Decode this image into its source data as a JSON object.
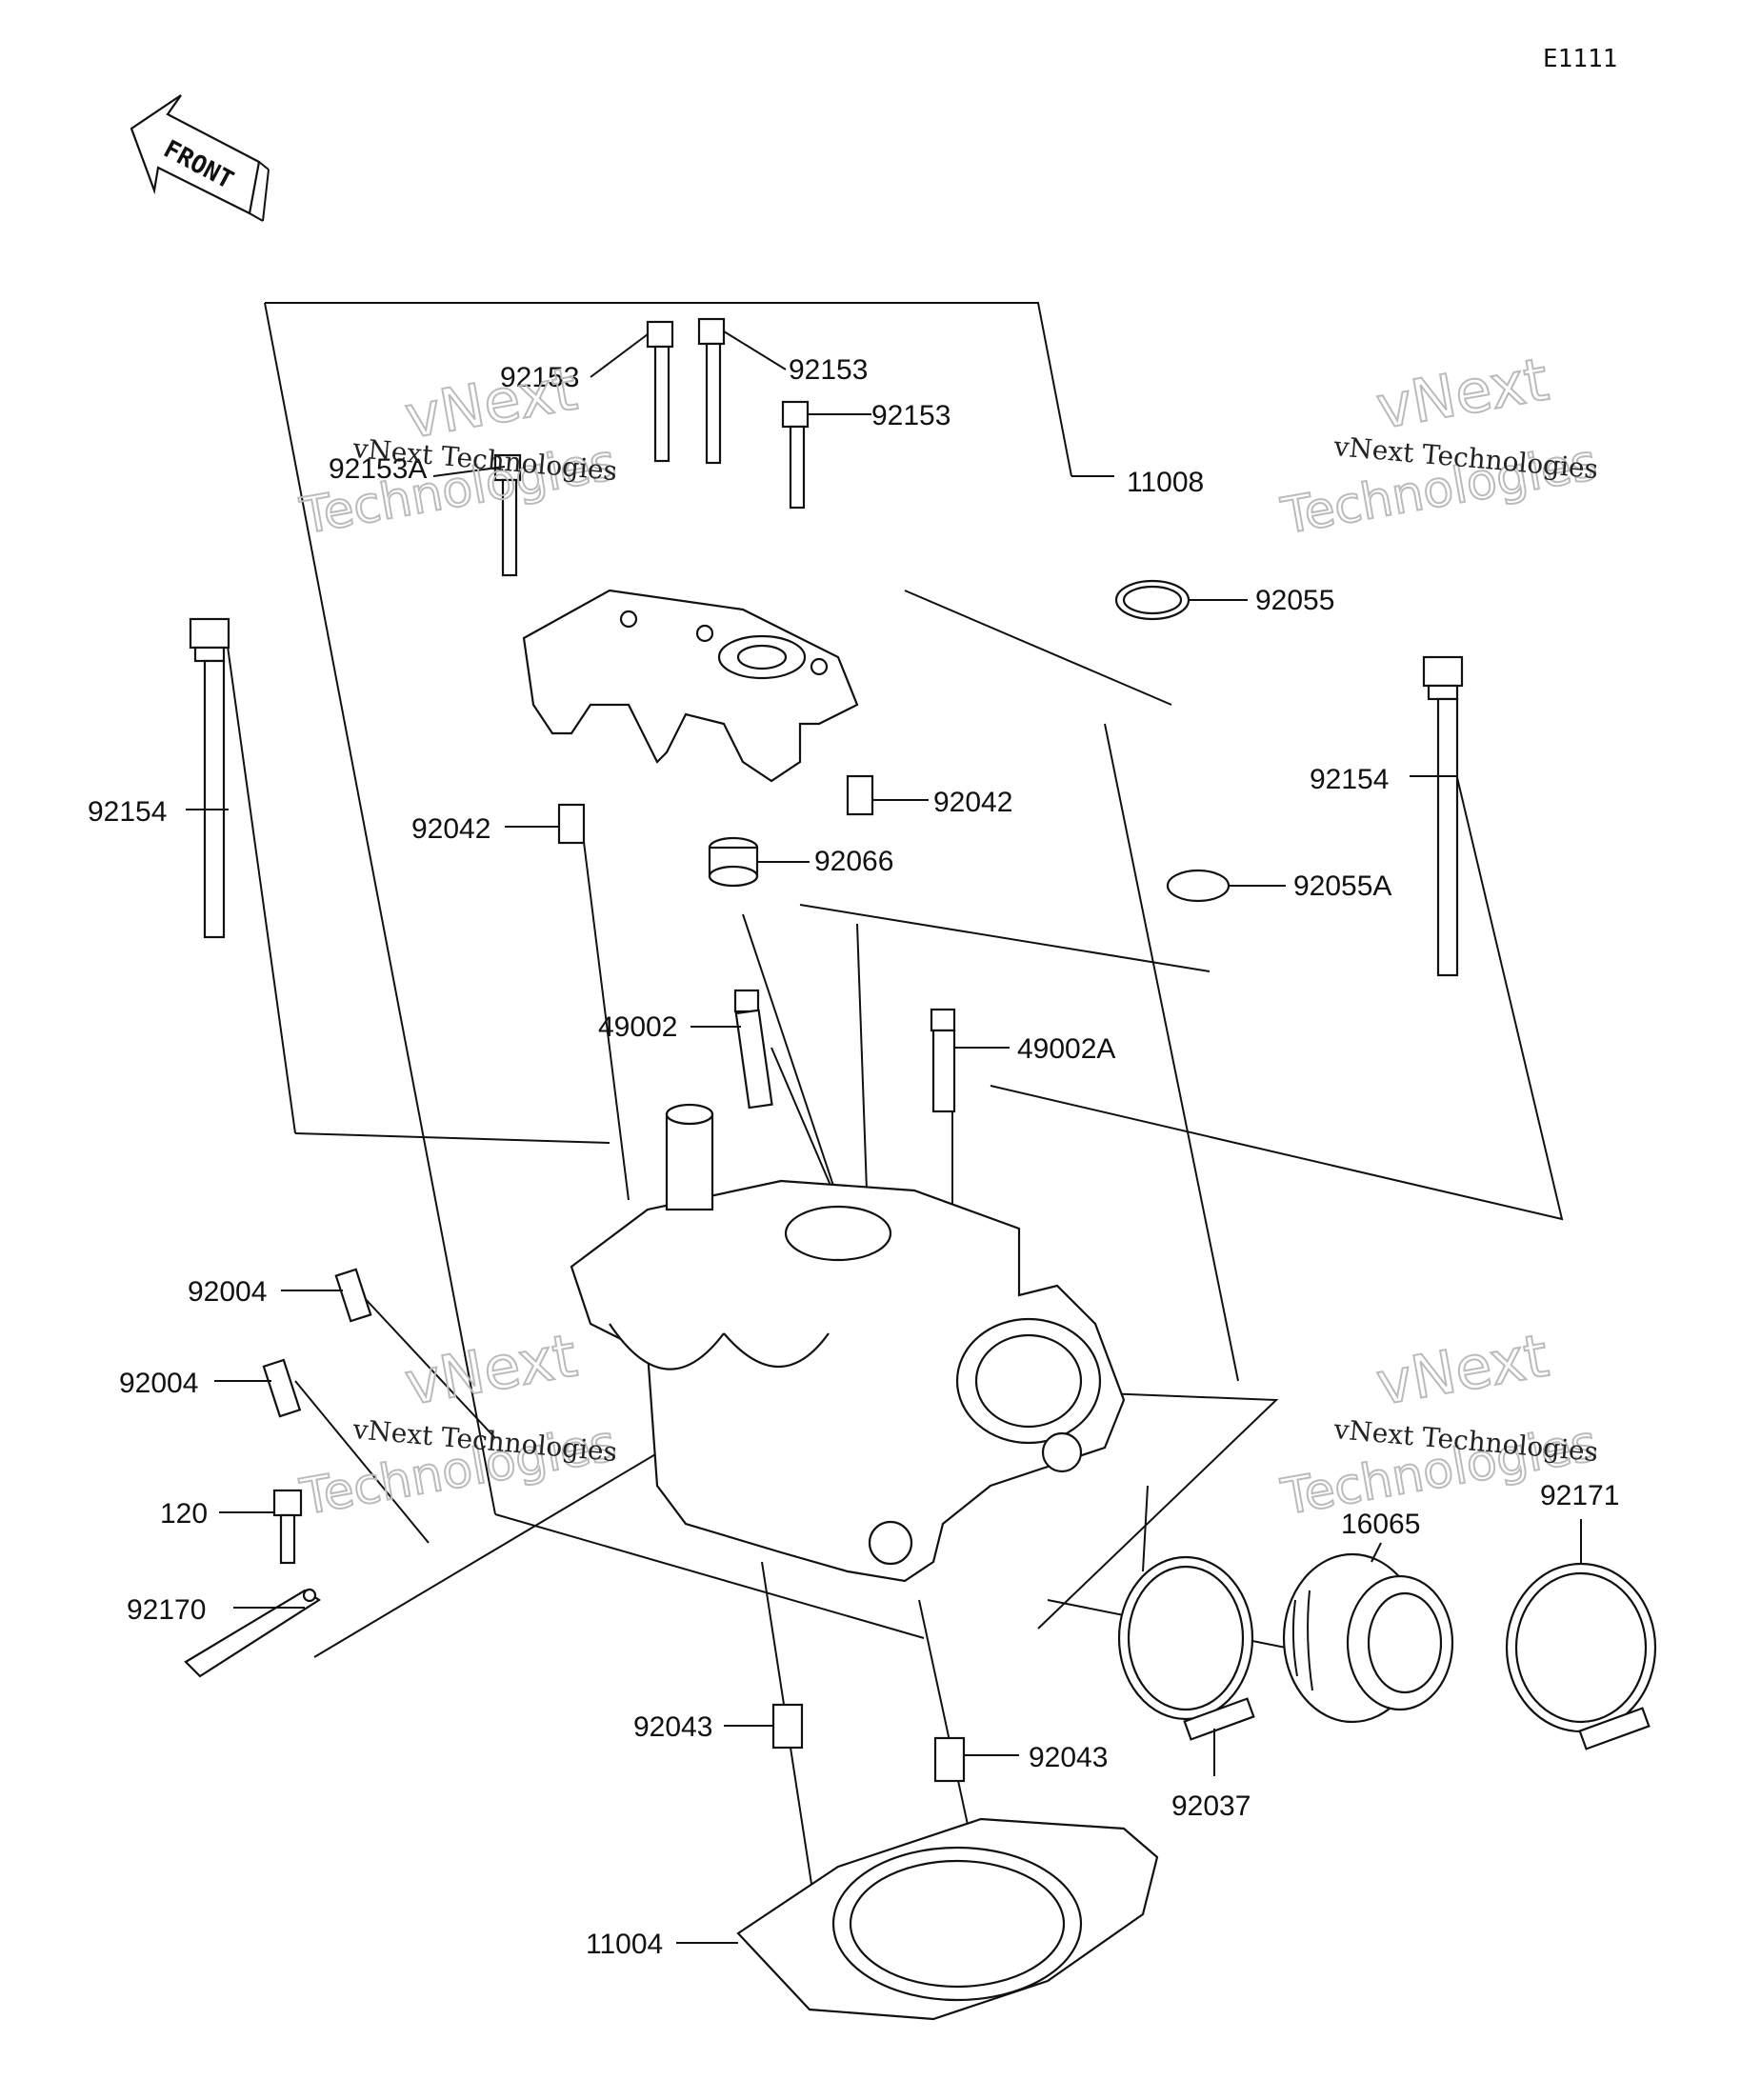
{
  "diagram_code": "E1111",
  "front_arrow_label": "FRONT",
  "watermark": {
    "line1": "vNext Technologies",
    "line2": "vNext",
    "line3": "Technologies"
  },
  "parts": [
    {
      "number": "92153"
    },
    {
      "number": "92153"
    },
    {
      "number": "92153"
    },
    {
      "number": "92153A"
    },
    {
      "number": "11008"
    },
    {
      "number": "92055"
    },
    {
      "number": "92154"
    },
    {
      "number": "92154"
    },
    {
      "number": "92042"
    },
    {
      "number": "92042"
    },
    {
      "number": "92066"
    },
    {
      "number": "92055A"
    },
    {
      "number": "49002"
    },
    {
      "number": "49002A"
    },
    {
      "number": "92004"
    },
    {
      "number": "92004"
    },
    {
      "number": "120"
    },
    {
      "number": "92170"
    },
    {
      "number": "16065"
    },
    {
      "number": "92171"
    },
    {
      "number": "92043"
    },
    {
      "number": "92043"
    },
    {
      "number": "92037"
    },
    {
      "number": "11004"
    }
  ]
}
